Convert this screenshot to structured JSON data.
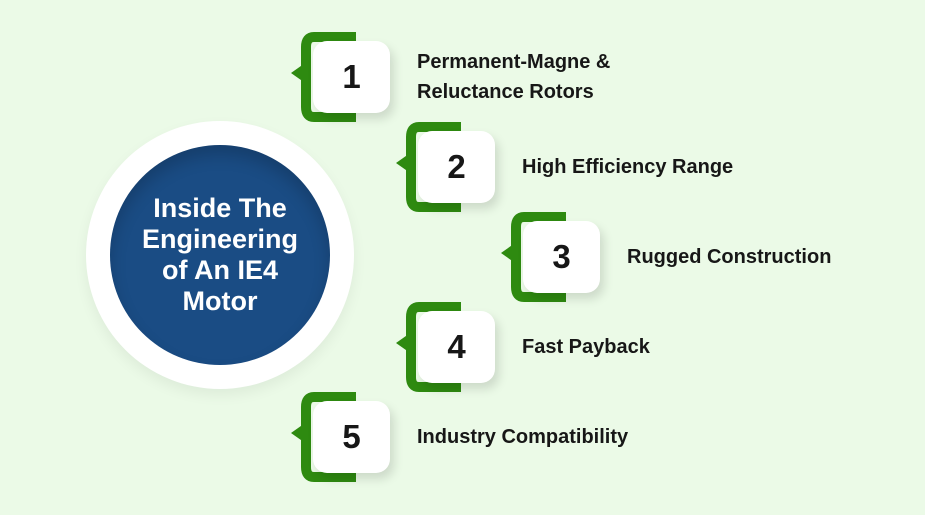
{
  "title": {
    "circle_text": "Inside The\nEngineering\nof An IE4\nMotor"
  },
  "items": [
    {
      "number": "1",
      "label": "Permanent-Magne &\nReluctance Rotors"
    },
    {
      "number": "2",
      "label": "High Efficiency Range"
    },
    {
      "number": "3",
      "label": "Rugged Construction"
    },
    {
      "number": "4",
      "label": "Fast Payback"
    },
    {
      "number": "5",
      "label": "Industry Compatibility"
    }
  ],
  "colors": {
    "background": "#ebfae7",
    "bracket_green": "#2e8a10",
    "circle_blue": "#1a4c84",
    "circle_ring": "#ffffff",
    "card_white": "#ffffff",
    "text_dark": "#171717",
    "text_light": "#ffffff"
  }
}
